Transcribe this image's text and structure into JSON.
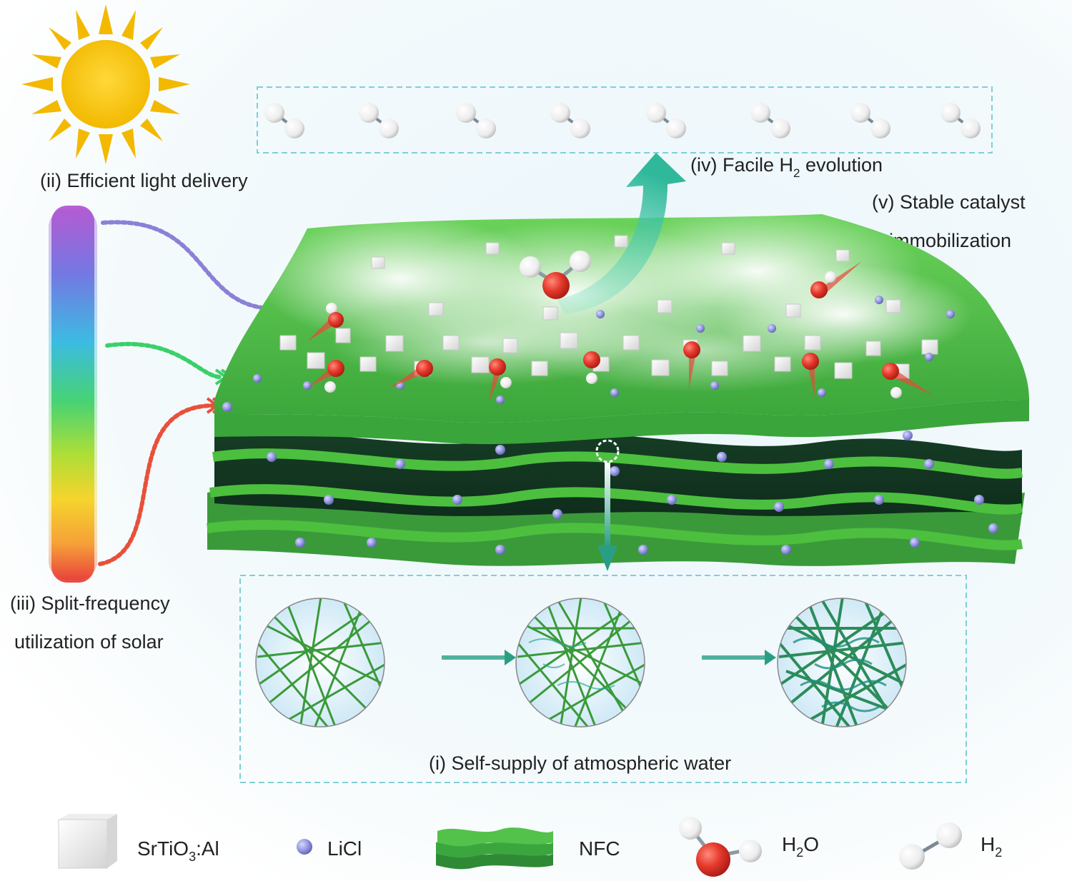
{
  "labels": {
    "efficient_light": "(ii) Efficient light delivery",
    "split_frequency_line1": "(iii) Split-frequency",
    "split_frequency_line2": "utilization of solar",
    "h2_evolution_prefix": "(iv) Facile H",
    "h2_evolution_sub": "2",
    "h2_evolution_suffix": " evolution",
    "stable_catalyst_line1": "(v) Stable catalyst",
    "stable_catalyst_line2": "immobilization",
    "self_supply": "(i) Self-supply of atmospheric water"
  },
  "legend": {
    "srtio3_main": "SrTiO",
    "srtio3_sub": "3",
    "srtio3_suffix": ":Al",
    "licl": "LiCl",
    "nfc": "NFC",
    "h2o_h": "H",
    "h2o_sub": "2",
    "h2o_o": "O",
    "h2_h": "H",
    "h2_sub": "2"
  },
  "colors": {
    "sheet_green": "#4cbf3f",
    "sheet_dark": "#1f5a2c",
    "licl_purple": "#8b8fd8",
    "oxygen_red": "#e23a2e",
    "sun_yellow": "#f5c400",
    "teal_arrow": "#3ec6a8",
    "dashed_box": "#7fcfd6"
  }
}
